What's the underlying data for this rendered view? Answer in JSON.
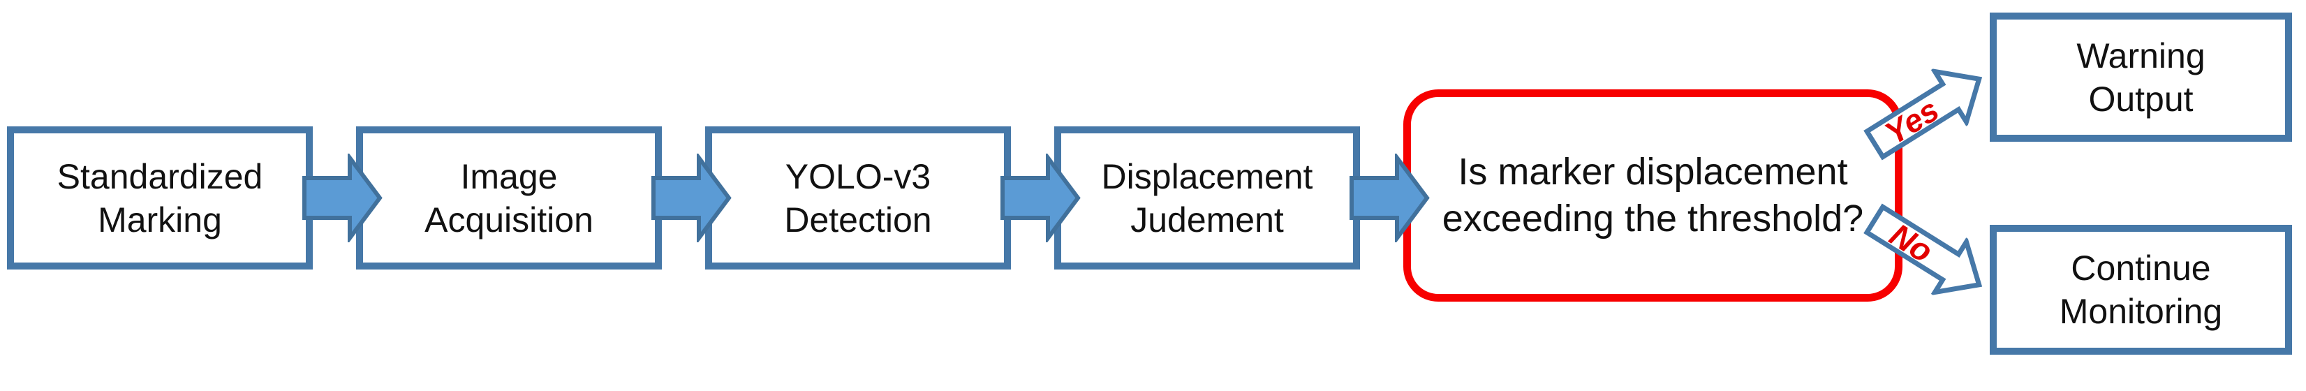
{
  "diagram_type": "flowchart",
  "steps": [
    {
      "line1": "Standardized",
      "line2": "Marking"
    },
    {
      "line1": "Image",
      "line2": "Acquisition"
    },
    {
      "line1": "YOLO-v3",
      "line2": "Detection"
    },
    {
      "line1": "Displacement",
      "line2": "Judement"
    }
  ],
  "decision": {
    "line1": "Is marker displacement",
    "line2": "exceeding the threshold?"
  },
  "branches": {
    "yes": "Yes",
    "no": "No"
  },
  "outcomes": {
    "warning": {
      "line1": "Warning",
      "line2": "Output"
    },
    "continue_monitoring": {
      "line1": "Continue",
      "line2": "Monitoring"
    }
  },
  "colors": {
    "step_box_border": "#4678a8",
    "connector_arrow_fill": "#5b9bd5",
    "connector_arrow_stroke": "#41719c",
    "decision_border": "#f70000",
    "branch_arrow_stroke": "#4678a8",
    "branch_arrow_fill": "#ffffff",
    "branch_label_text": "#e10000",
    "text": "#111111",
    "background": "#ffffff"
  }
}
